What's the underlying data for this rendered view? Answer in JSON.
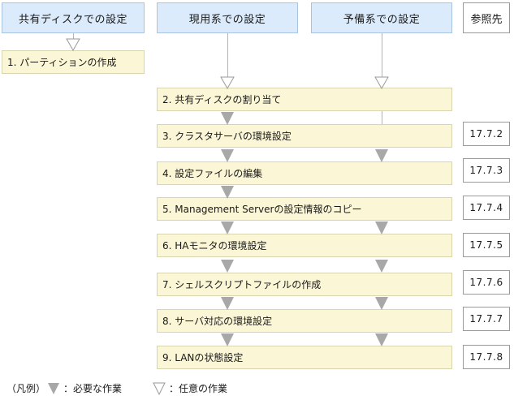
{
  "headers": {
    "shared_disk": "共有ディスクでの設定",
    "primary": "現用系での設定",
    "standby": "予備系での設定",
    "reference": "参照先"
  },
  "shared_step": "1. パーティションの作成",
  "steps": [
    {
      "label": "2. 共有ディスクの割り当て",
      "ref": ""
    },
    {
      "label": "3. クラスタサーバの環境設定",
      "ref": "17.7.2"
    },
    {
      "label": "4. 設定ファイルの編集",
      "ref": "17.7.3"
    },
    {
      "label": "5. Management Serverの設定情報のコピー",
      "ref": "17.7.4"
    },
    {
      "label": "6. HAモニタの環境設定",
      "ref": "17.7.5"
    },
    {
      "label": "7. シェルスクリプトファイルの作成",
      "ref": "17.7.6"
    },
    {
      "label": "8. サーバ対応の環境設定",
      "ref": "17.7.7"
    },
    {
      "label": "9. LANの状態設定",
      "ref": "17.7.8"
    }
  ],
  "legend": {
    "prefix": "（凡例）",
    "required": "：必要な作業",
    "optional": "：任意の作業"
  },
  "colors": {
    "header_fill": "#dcebfb",
    "step_fill": "#fbf6d6",
    "required_arrow": "#a8a8a8",
    "optional_arrow": "#ffffff"
  }
}
